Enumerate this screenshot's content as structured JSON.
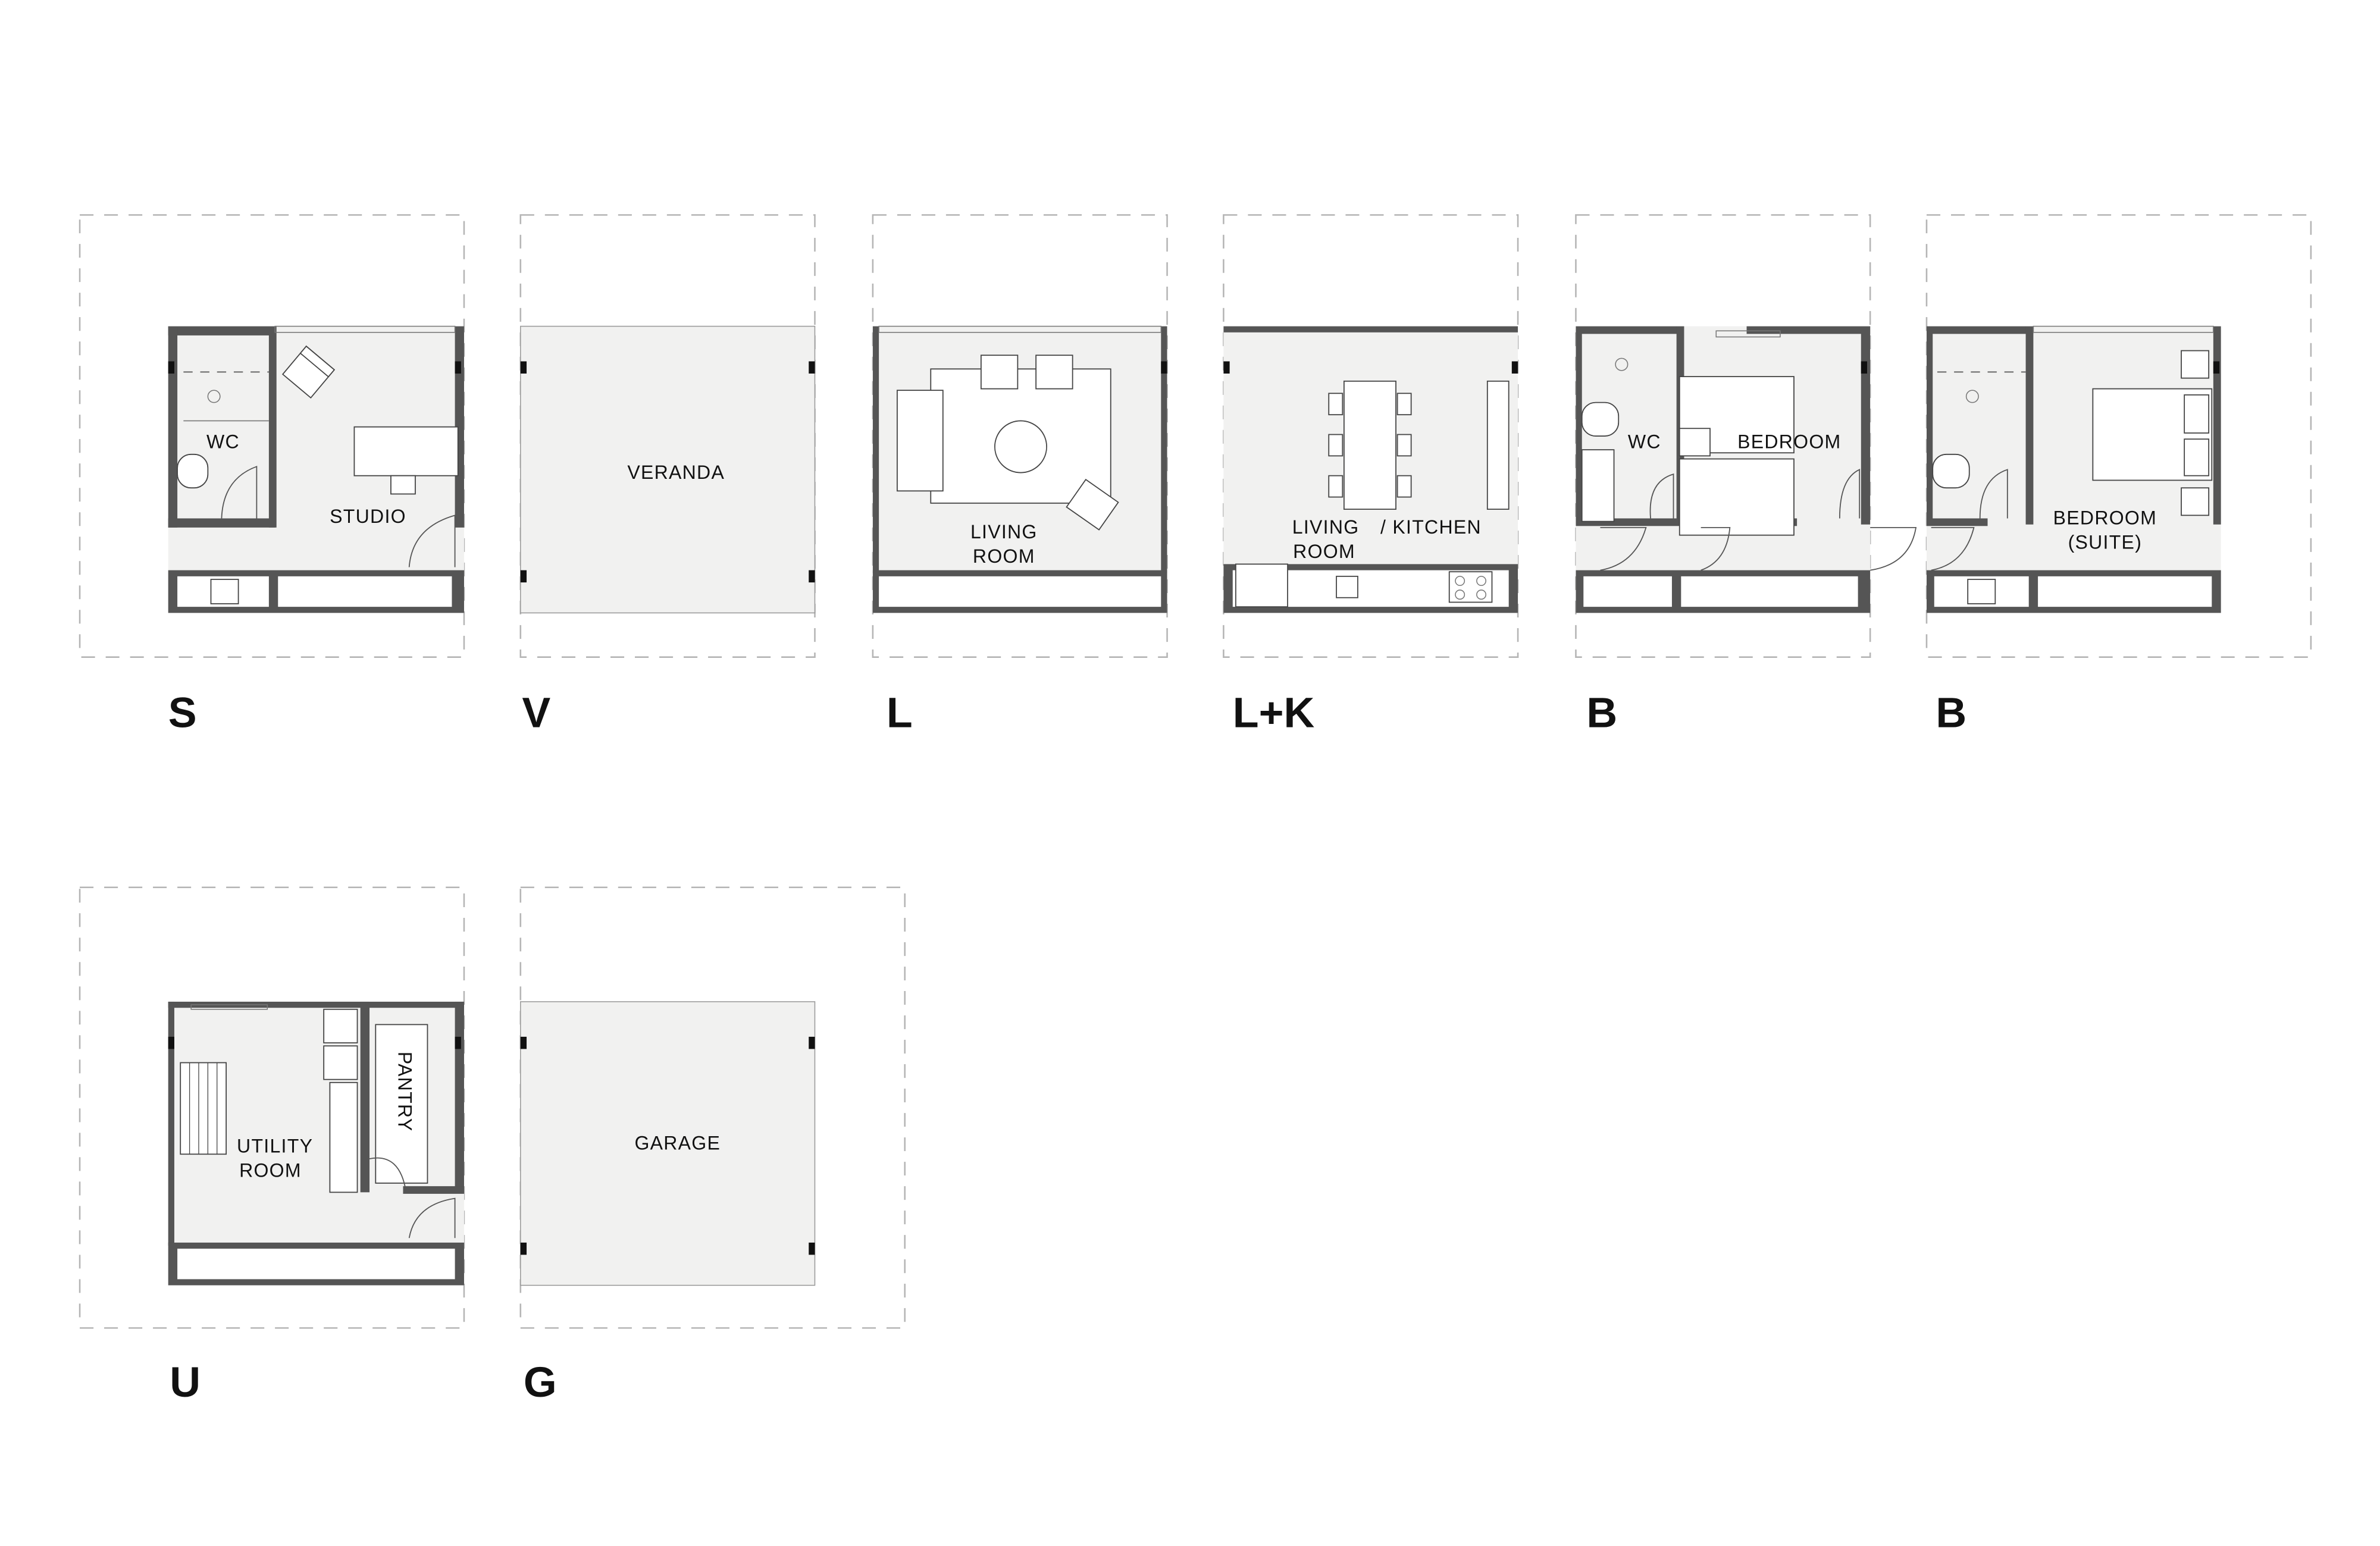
{
  "modules": [
    {
      "letter": "S",
      "rooms": [
        "WC",
        "STUDIO"
      ]
    },
    {
      "letter": "V",
      "rooms": [
        "VERANDA"
      ]
    },
    {
      "letter": "L",
      "rooms": [
        "LIVING",
        "ROOM"
      ]
    },
    {
      "letter": "L+K",
      "rooms": [
        "LIVING",
        "ROOM",
        "/ KITCHEN"
      ]
    },
    {
      "letter": "B",
      "rooms": [
        "WC",
        "BEDROOM"
      ]
    },
    {
      "letter": "B",
      "rooms": [
        "BEDROOM",
        "(SUITE)"
      ]
    },
    {
      "letter": "U",
      "rooms": [
        "UTILITY",
        "ROOM",
        "PANTRY"
      ]
    },
    {
      "letter": "G",
      "rooms": [
        "GARAGE"
      ]
    }
  ],
  "colors": {
    "wall": "#555555",
    "floor": "#f1f1f0",
    "frame": "#b5b5b5"
  }
}
